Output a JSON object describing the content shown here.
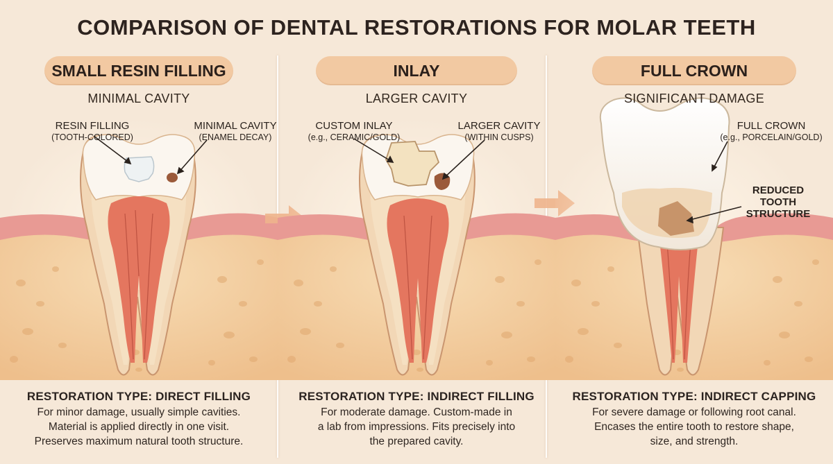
{
  "title": "COMPARISON OF DENTAL RESTORATIONS FOR MOLAR TEETH",
  "panels": [
    {
      "heading": "SMALL RESIN FILLING",
      "subtitle": "MINIMAL CAVITY",
      "labels": [
        {
          "line1": "RESIN FILLING",
          "line2": "(TOOTH-COLORED)"
        },
        {
          "line1": "MINIMAL CAVITY",
          "line2": "(ENAMEL DECAY)"
        }
      ],
      "type": "RESTORATION TYPE: DIRECT FILLING",
      "description": [
        "For minor damage, usually simple cavities.",
        "Material is applied directly in one visit.",
        "Preserves maximum natural tooth structure."
      ]
    },
    {
      "heading": "INLAY",
      "subtitle": "LARGER CAVITY",
      "labels": [
        {
          "line1": "CUSTOM INLAY",
          "line2": "(e.g., CERAMIC/GOLD)"
        },
        {
          "line1": "LARGER CAVITY",
          "line2": "(WITHIN CUSPS)"
        }
      ],
      "type": "RESTORATION TYPE: INDIRECT FILLING",
      "description": [
        "For moderate damage. Custom-made in",
        "a lab from impressions. Fits precisely into",
        "the prepared cavity."
      ]
    },
    {
      "heading": "FULL CROWN",
      "subtitle": "SIGNIFICANT DAMAGE",
      "labels": [
        {
          "line1": "FULL CROWN",
          "line2": "(e.g., PORCELAIN/GOLD)"
        },
        {
          "line1": "REDUCED",
          "line2": "TOOTH",
          "line3": "STRUCTURE"
        }
      ],
      "type": "RESTORATION TYPE: INDIRECT CAPPING",
      "description": [
        "For severe damage or following root canal.",
        "Encases the entire tooth to restore shape,",
        "size, and strength."
      ]
    }
  ],
  "colors": {
    "background": "#f6e8d8",
    "pill": "#f2c9a2",
    "bone": "#f0c99a",
    "gum": "#e89a94",
    "enamel": "#fbf6ef",
    "dentin": "#f5e0c2",
    "pulp": "#e4765f",
    "decay": "#9b5a3a",
    "arrow": "#eeb48c"
  },
  "icons": [
    "flow-arrow-icon",
    "flow-arrow-icon",
    "pointer-arrow-icon"
  ]
}
